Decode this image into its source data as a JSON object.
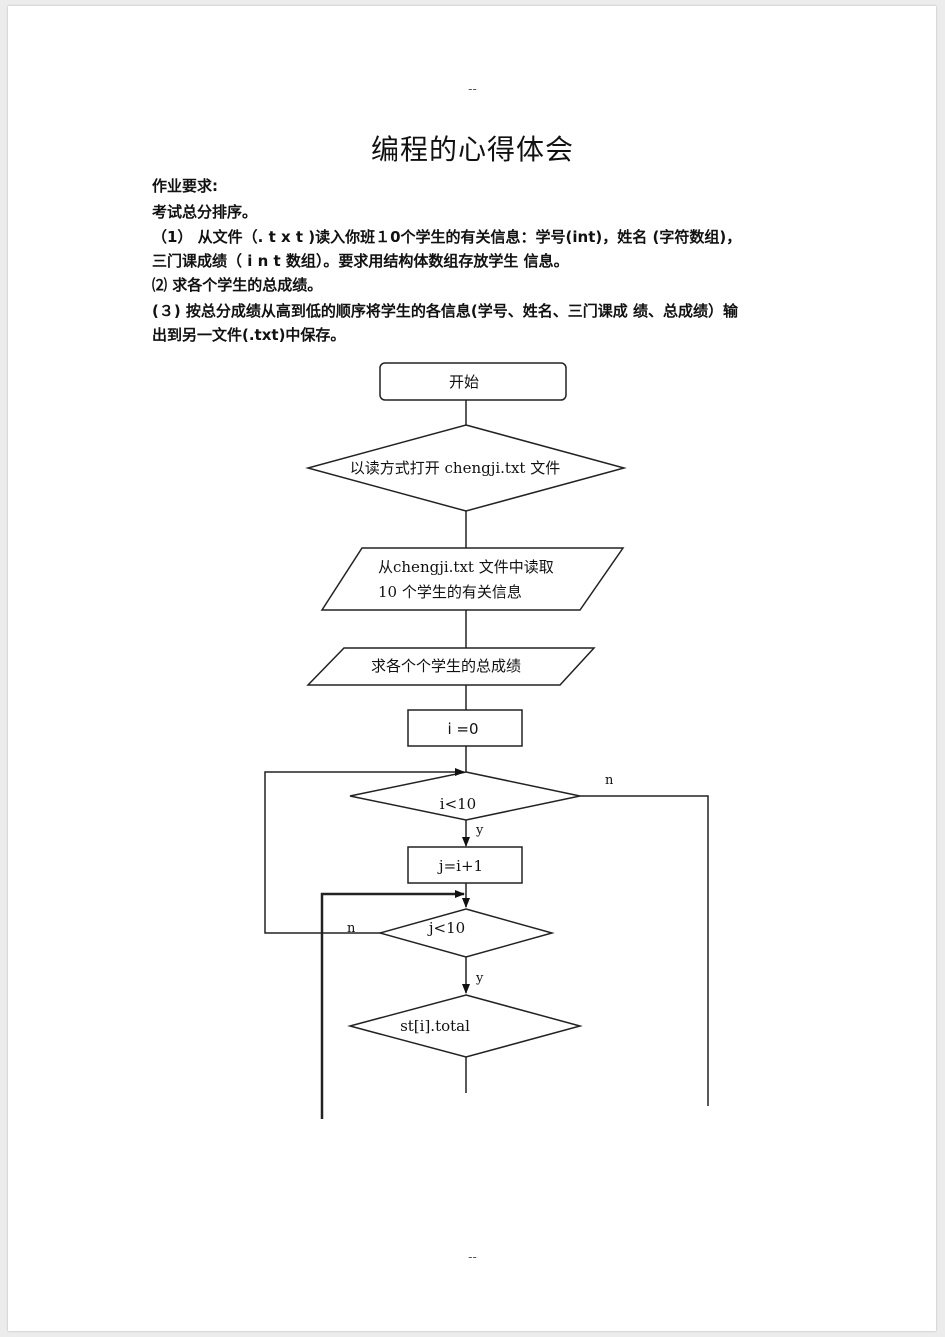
{
  "header": {
    "mark": "--"
  },
  "footer": {
    "mark": "--"
  },
  "title": "编程的心得体会",
  "requirements": {
    "heading": "作业要求:",
    "task": "考试总分排序。",
    "item1_line1": "（1） 从文件（. t x t )读入你班１0个学生的有关信息：学号(int)，姓名 (字符数组)，",
    "item1_line2": "三门课成绩（ i n t 数组）。要求用结构体数组存放学生 信息。",
    "item2": "⑵ 求各个学生的总成绩。",
    "item3_line1": "(３) 按总分成绩从高到低的顺序将学生的各信息(学号、姓名、三门课成 绩、总成绩）输",
    "item3_line2": "出到另一文件(.txt)中保存。"
  },
  "flowchart": {
    "start": "开始",
    "open_file": "以读方式打开 chengji.txt 文件",
    "read_line1": "从chengji.txt 文件中读取",
    "read_line2": "10 个学生的有关信息",
    "sum_scores": "求各个个学生的总成绩",
    "init_i": "i =0",
    "cond_i": "i<10",
    "set_j": "j=i+1",
    "cond_j": "j<10",
    "cond_total": "st[i].total",
    "label_y1": "y",
    "label_y2": "y",
    "label_n1": "n",
    "label_n2": "n"
  }
}
